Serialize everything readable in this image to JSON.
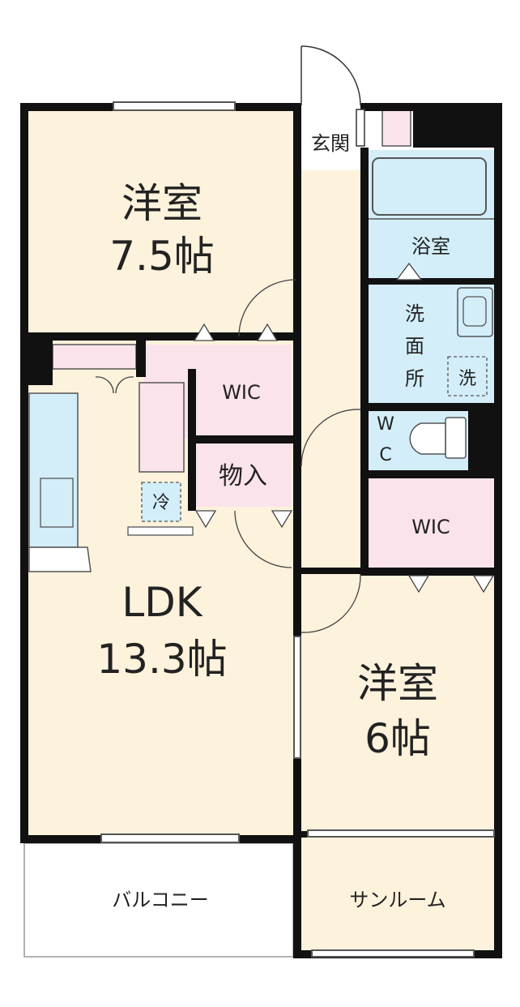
{
  "rooms": {
    "western_top": {
      "name": "洋室",
      "size": "7.5帖"
    },
    "ldk": {
      "name": "LDK",
      "size": "13.3帖"
    },
    "western_bottom": {
      "name": "洋室",
      "size": "6帖"
    },
    "wic_upper": "WIC",
    "wic_lower": "WIC",
    "storage": "物入",
    "entrance": "玄関",
    "bathroom": "浴室",
    "washroom": [
      "洗",
      "面",
      "所"
    ],
    "washer": "洗",
    "wc": [
      "W",
      "C"
    ],
    "fridge": "冷",
    "balcony": "バルコニー",
    "sunroom": "サンルーム"
  },
  "colors": {
    "floor": "#fdf2dc",
    "wet": "#d3eef9",
    "storage": "#fbe3ec",
    "wall": "#111111"
  }
}
